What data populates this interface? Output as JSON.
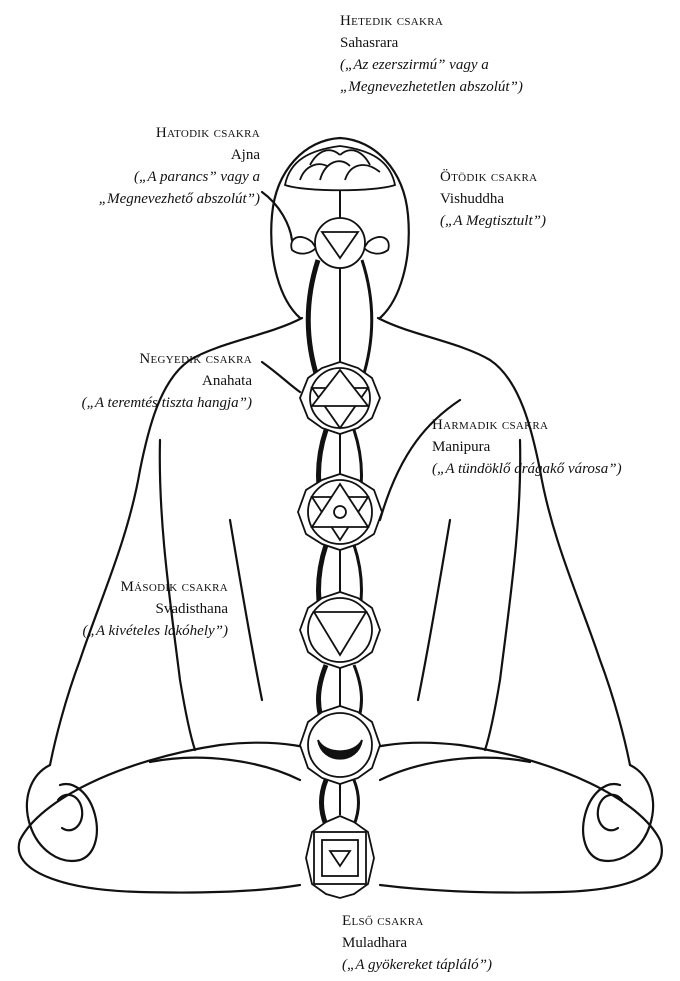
{
  "chakras": [
    {
      "id": "sahasrara",
      "ordinal": "Hetedik csakra",
      "name": "Sahasrara",
      "desc1": "(„Az ezerszirmú” vagy a",
      "desc2": "„Megnevezhetetlen abszolút”)"
    },
    {
      "id": "ajna",
      "ordinal": "Hatodik csakra",
      "name": "Ajna",
      "desc1": "(„A parancs” vagy a",
      "desc2": "„Megnevezhető abszolút”)"
    },
    {
      "id": "vishuddha",
      "ordinal": "Ötödik csakra",
      "name": "Vishuddha",
      "desc1": "(„A Megtisztult”)",
      "desc2": ""
    },
    {
      "id": "anahata",
      "ordinal": "Negyedik csakra",
      "name": "Anahata",
      "desc1": "(„A teremtés tiszta hangja”)",
      "desc2": ""
    },
    {
      "id": "manipura",
      "ordinal": "Harmadik csakra",
      "name": "Manipura",
      "desc1": "(„A tündöklő drágakő városa”)",
      "desc2": ""
    },
    {
      "id": "svadisthana",
      "ordinal": "Második csakra",
      "name": "Svadisthana",
      "desc1": "(„A kivételes lakóhely”)",
      "desc2": ""
    },
    {
      "id": "muladhara",
      "ordinal": "Első csakra",
      "name": "Muladhara",
      "desc1": "(„A gyökereket tápláló”)",
      "desc2": ""
    }
  ]
}
